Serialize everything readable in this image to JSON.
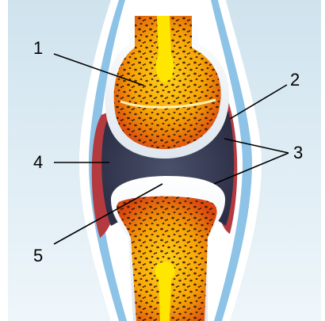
{
  "labels": {
    "l1": "1",
    "l2": "2",
    "l3": "3",
    "l4": "4",
    "l5": "5"
  },
  "colors": {
    "background_top": "#cfe3ee",
    "background_bottom": "#eef6fa",
    "capsule_outer": "#ffffff",
    "capsule_blue": "#8cc3e6",
    "synovial_membrane": "#b53a40",
    "joint_cavity": "#3a3e57",
    "bone_marrow": "#f2a400",
    "marrow_center": "#ffe600",
    "cartilage": "#f4f4ef",
    "bone_dots": "#2a1500",
    "leader_line": "#000000"
  }
}
